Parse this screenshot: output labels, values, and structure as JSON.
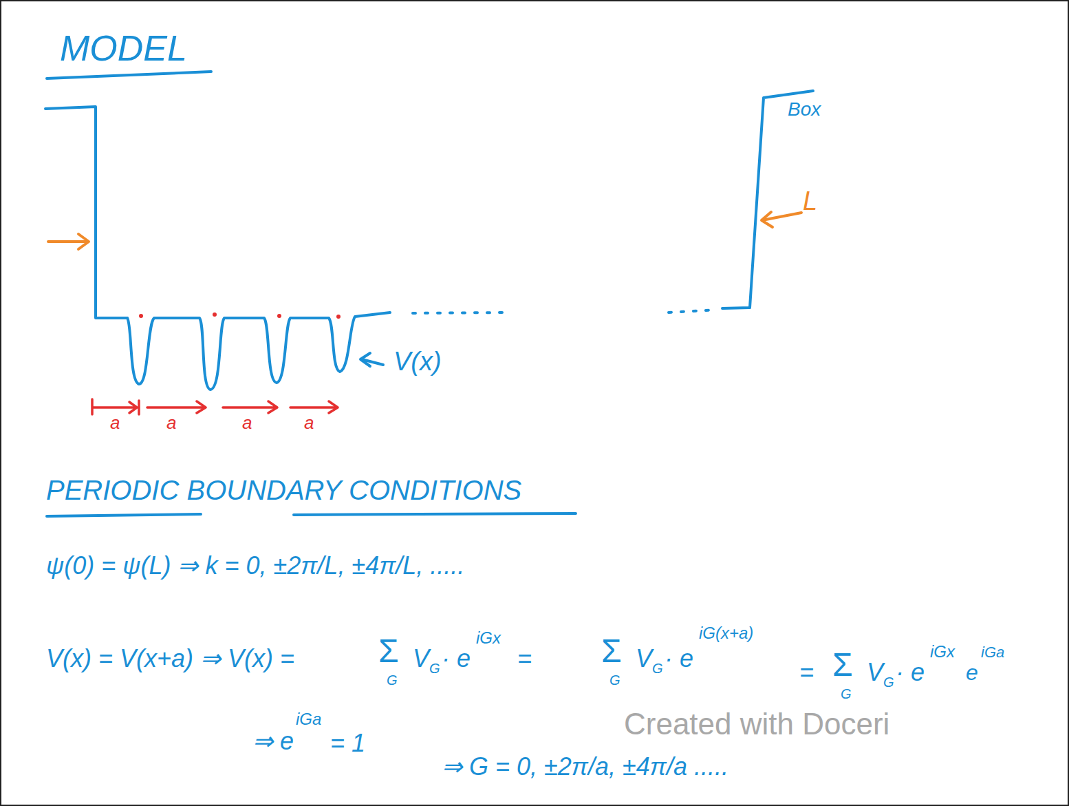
{
  "diagram": {
    "title": "MODEL",
    "labels": [
      "Box",
      "L",
      "V(x)",
      "a",
      "a",
      "a",
      "a",
      "PERIODIC BOUNDARY CONDITIONS",
      "ψ(0) = ψ(L) ⇒ k = 0, ±2π/L, ±4π/L, .....",
      "V(x) = V(x+a) ⇒ V(x) =",
      "Σ",
      "G",
      "V",
      "G",
      "· e",
      "iGx",
      "=",
      "Σ",
      "G",
      "V",
      "G",
      "· e",
      "iG(x+a)",
      "=",
      "Σ",
      "G",
      "V",
      "G",
      "· e",
      "iGx",
      "e",
      "iGa",
      "⇒ e",
      "iGa",
      "= 1",
      "⇒ G = 0, ±2π/a, ±4π/a .....",
      "Created with Doceri"
    ]
  }
}
